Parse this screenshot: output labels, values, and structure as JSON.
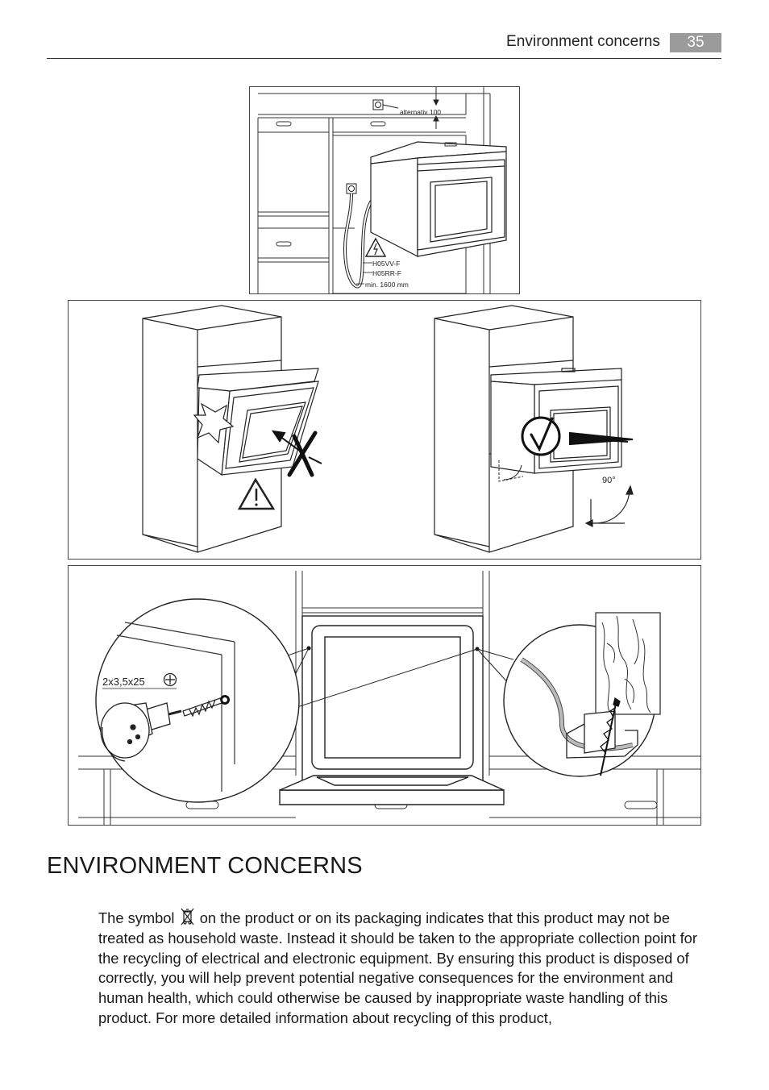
{
  "header": {
    "title": "Environment concerns",
    "page_number": "35"
  },
  "figure_top": {
    "label_alternativ": "alternativ 100",
    "cable_type_1": "H05VV-F",
    "cable_type_2": "H05RR-F",
    "cable_length": "min. 1600 mm"
  },
  "figure_middle": {
    "angle_label": "90°"
  },
  "figure_bottom": {
    "screw_spec": "2x3,5x25"
  },
  "section": {
    "title": "ENVIRONMENT CONCERNS",
    "paragraph_before_symbol": "The symbol",
    "paragraph_after_symbol": "on the product or on its packaging indicates that this product may not be treated as household waste. Instead it should be taken to the appropriate collection point for the recycling of electrical and electronic equipment. By ensuring this product is disposed of correctly, you will help prevent potential negative consequences for the environment and human health, which could otherwise be caused by inappropriate waste handling of this product. For more detailed information about recycling of this product,"
  },
  "icons": {
    "weee": "crossed-out-wheelie-bin-icon",
    "warning": "warning-triangle-icon",
    "electric": "electric-warning-icon",
    "check": "checkmark-circle-icon",
    "cross": "cross-mark-icon",
    "screw_head": "cross-head-screw-icon"
  }
}
